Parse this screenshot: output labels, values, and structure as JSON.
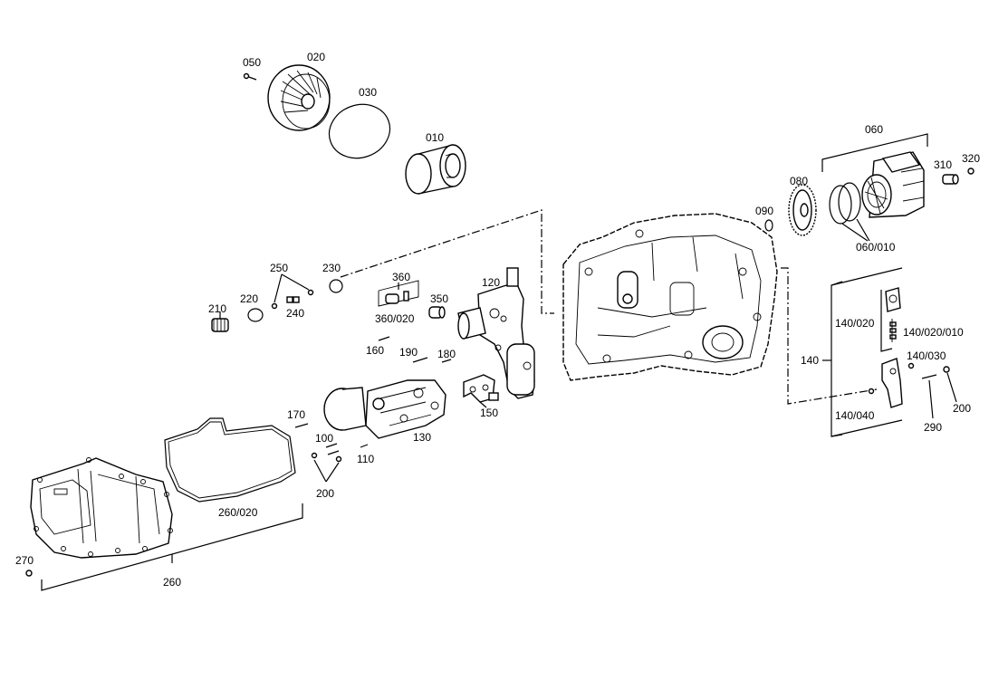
{
  "labels": {
    "l050": "050",
    "l020": "020",
    "l030": "030",
    "l010": "010",
    "l060": "060",
    "l310": "310",
    "l320": "320",
    "l080": "080",
    "l090": "090",
    "l060_010": "060/010",
    "l250": "250",
    "l230": "230",
    "l220": "220",
    "l240": "240",
    "l210": "210",
    "l360": "360",
    "l350": "350",
    "l360_020": "360/020",
    "l120": "120",
    "l160": "160",
    "l190": "190",
    "l180": "180",
    "l150": "150",
    "l170": "170",
    "l100": "100",
    "l110": "110",
    "l130": "130",
    "l200a": "200",
    "l260_020": "260/020",
    "l270": "270",
    "l260": "260",
    "l140_020": "140/020",
    "l140_020_010": "140/020/010",
    "l140": "140",
    "l140_030": "140/030",
    "l200b": "200",
    "l140_040": "140/040",
    "l290": "290"
  }
}
